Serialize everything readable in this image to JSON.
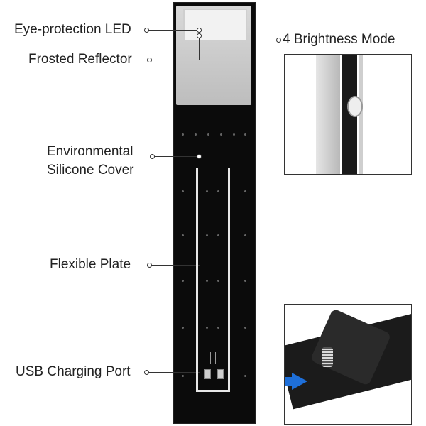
{
  "labels": {
    "eye_protection_led": "Eye-protection LED",
    "frosted_reflector": "Frosted Reflector",
    "brightness_mode": "4 Brightness Mode",
    "environmental_1": "Environmental",
    "environmental_2": "Silicone Cover",
    "flexible_plate": "Flexible Plate",
    "usb_port": "USB Charging Port"
  },
  "colors": {
    "device": "#0b0b0b",
    "reflector": "#c8c8c8",
    "arrow": "#1e6fd9"
  },
  "icons": {
    "arrow": "right-arrow-icon"
  }
}
